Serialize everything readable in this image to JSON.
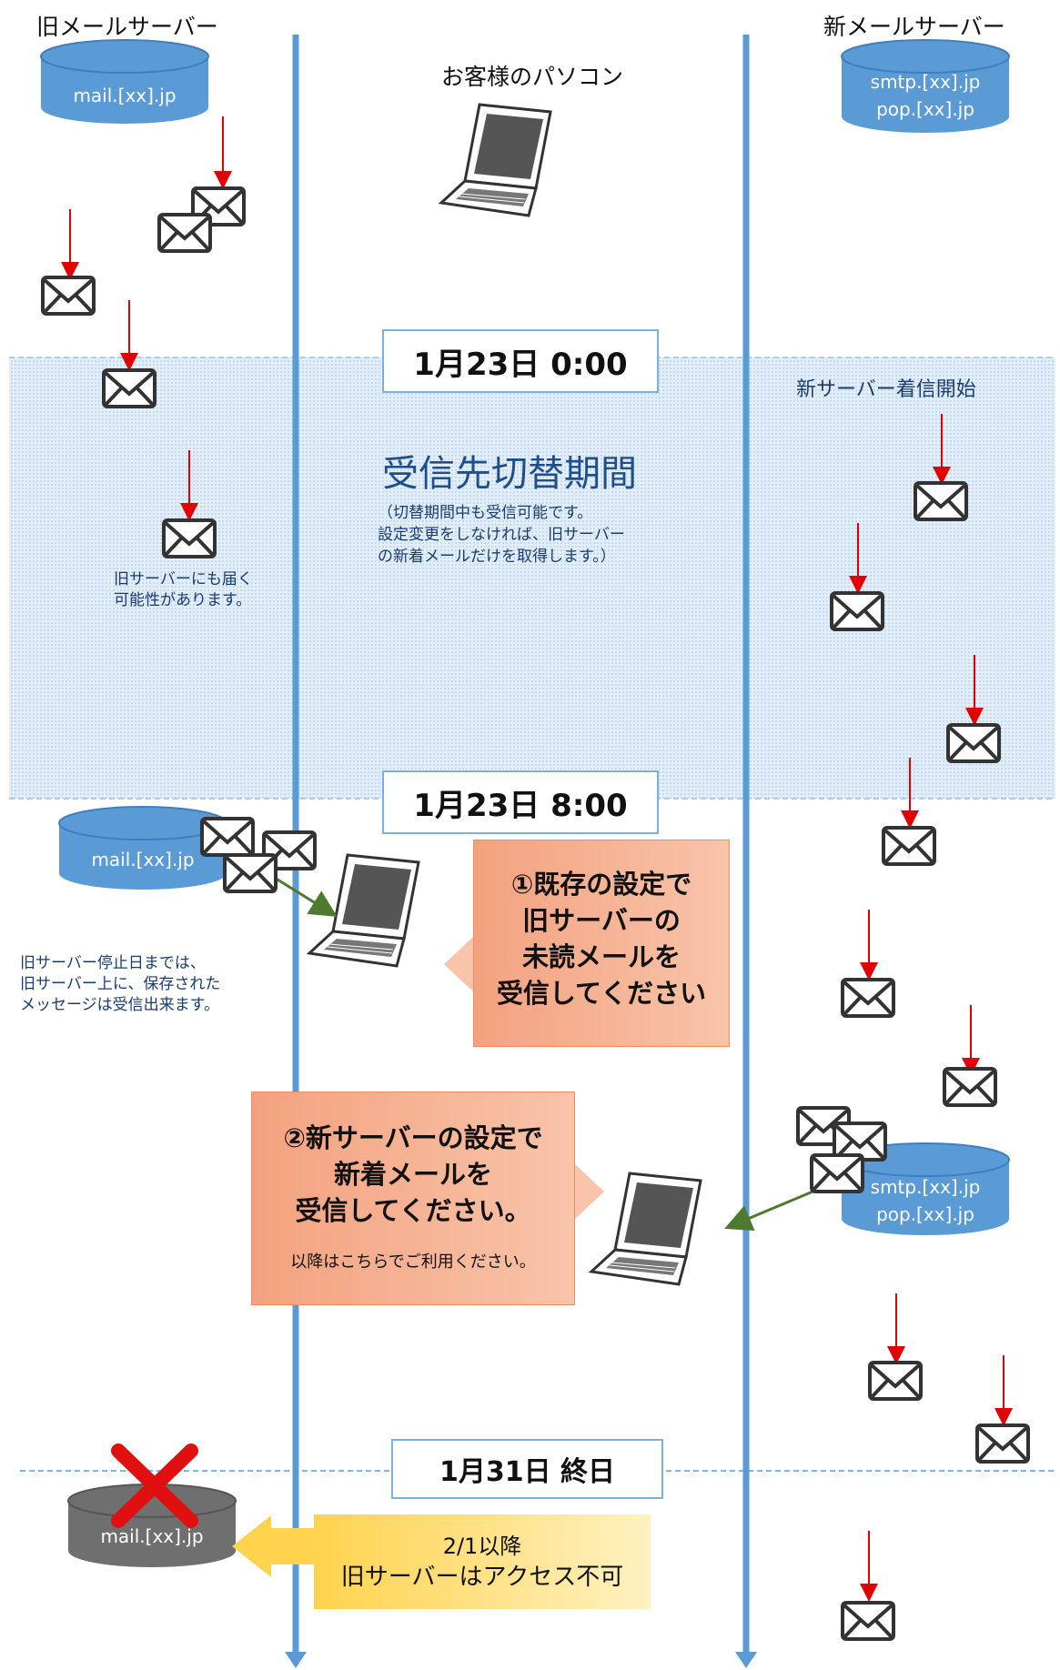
{
  "columns": {
    "old_server_title": "旧メールサーバー",
    "new_server_title": "新メールサーバー",
    "pc_title": "お客様のパソコン"
  },
  "servers": {
    "old_host": "mail.[xx].jp",
    "new_smtp": "smtp.[xx].jp",
    "new_pop": "pop.[xx].jp"
  },
  "times": {
    "t1": "1月23日 0:00",
    "t2": "1月23日 8:00",
    "t3": "1月31日 終日"
  },
  "switch_period": {
    "title": "受信先切替期間",
    "note_line1": "（切替期間中も受信可能です。",
    "note_line2": "設定変更をしなければ、旧サーバー",
    "note_line3": "の新着メールだけを取得します。）",
    "new_server_start": "新サーバー着信開始",
    "old_may_receive_line1": "旧サーバーにも届く",
    "old_may_receive_line2": "可能性があります。"
  },
  "old_server_note": {
    "line1": "旧サーバー停止日までは、",
    "line2": "旧サーバー上に、保存された",
    "line3": "メッセージは受信出来ます。"
  },
  "step1": {
    "line1": "①既存の設定で",
    "line2": "旧サーバーの",
    "line3": "未読メールを",
    "line4": "受信してください"
  },
  "step2": {
    "line1": "②新サーバーの設定で",
    "line2": "新着メールを",
    "line3": "受信してください。",
    "line4": "以降はこちらでご利用ください。"
  },
  "shutdown": {
    "line1": "2/1以降",
    "line2": "旧サーバーはアクセス不可"
  },
  "colors": {
    "timeline": "#5b9bd5",
    "db_blue": "#5b9bd5",
    "db_gray": "#6f6f6f",
    "red_arrow": "#e00000",
    "green_arrow": "#4e7a2f",
    "orange": "#f3a27f",
    "yellow": "#ffd34d",
    "period_bg": "#d6e6f4"
  }
}
